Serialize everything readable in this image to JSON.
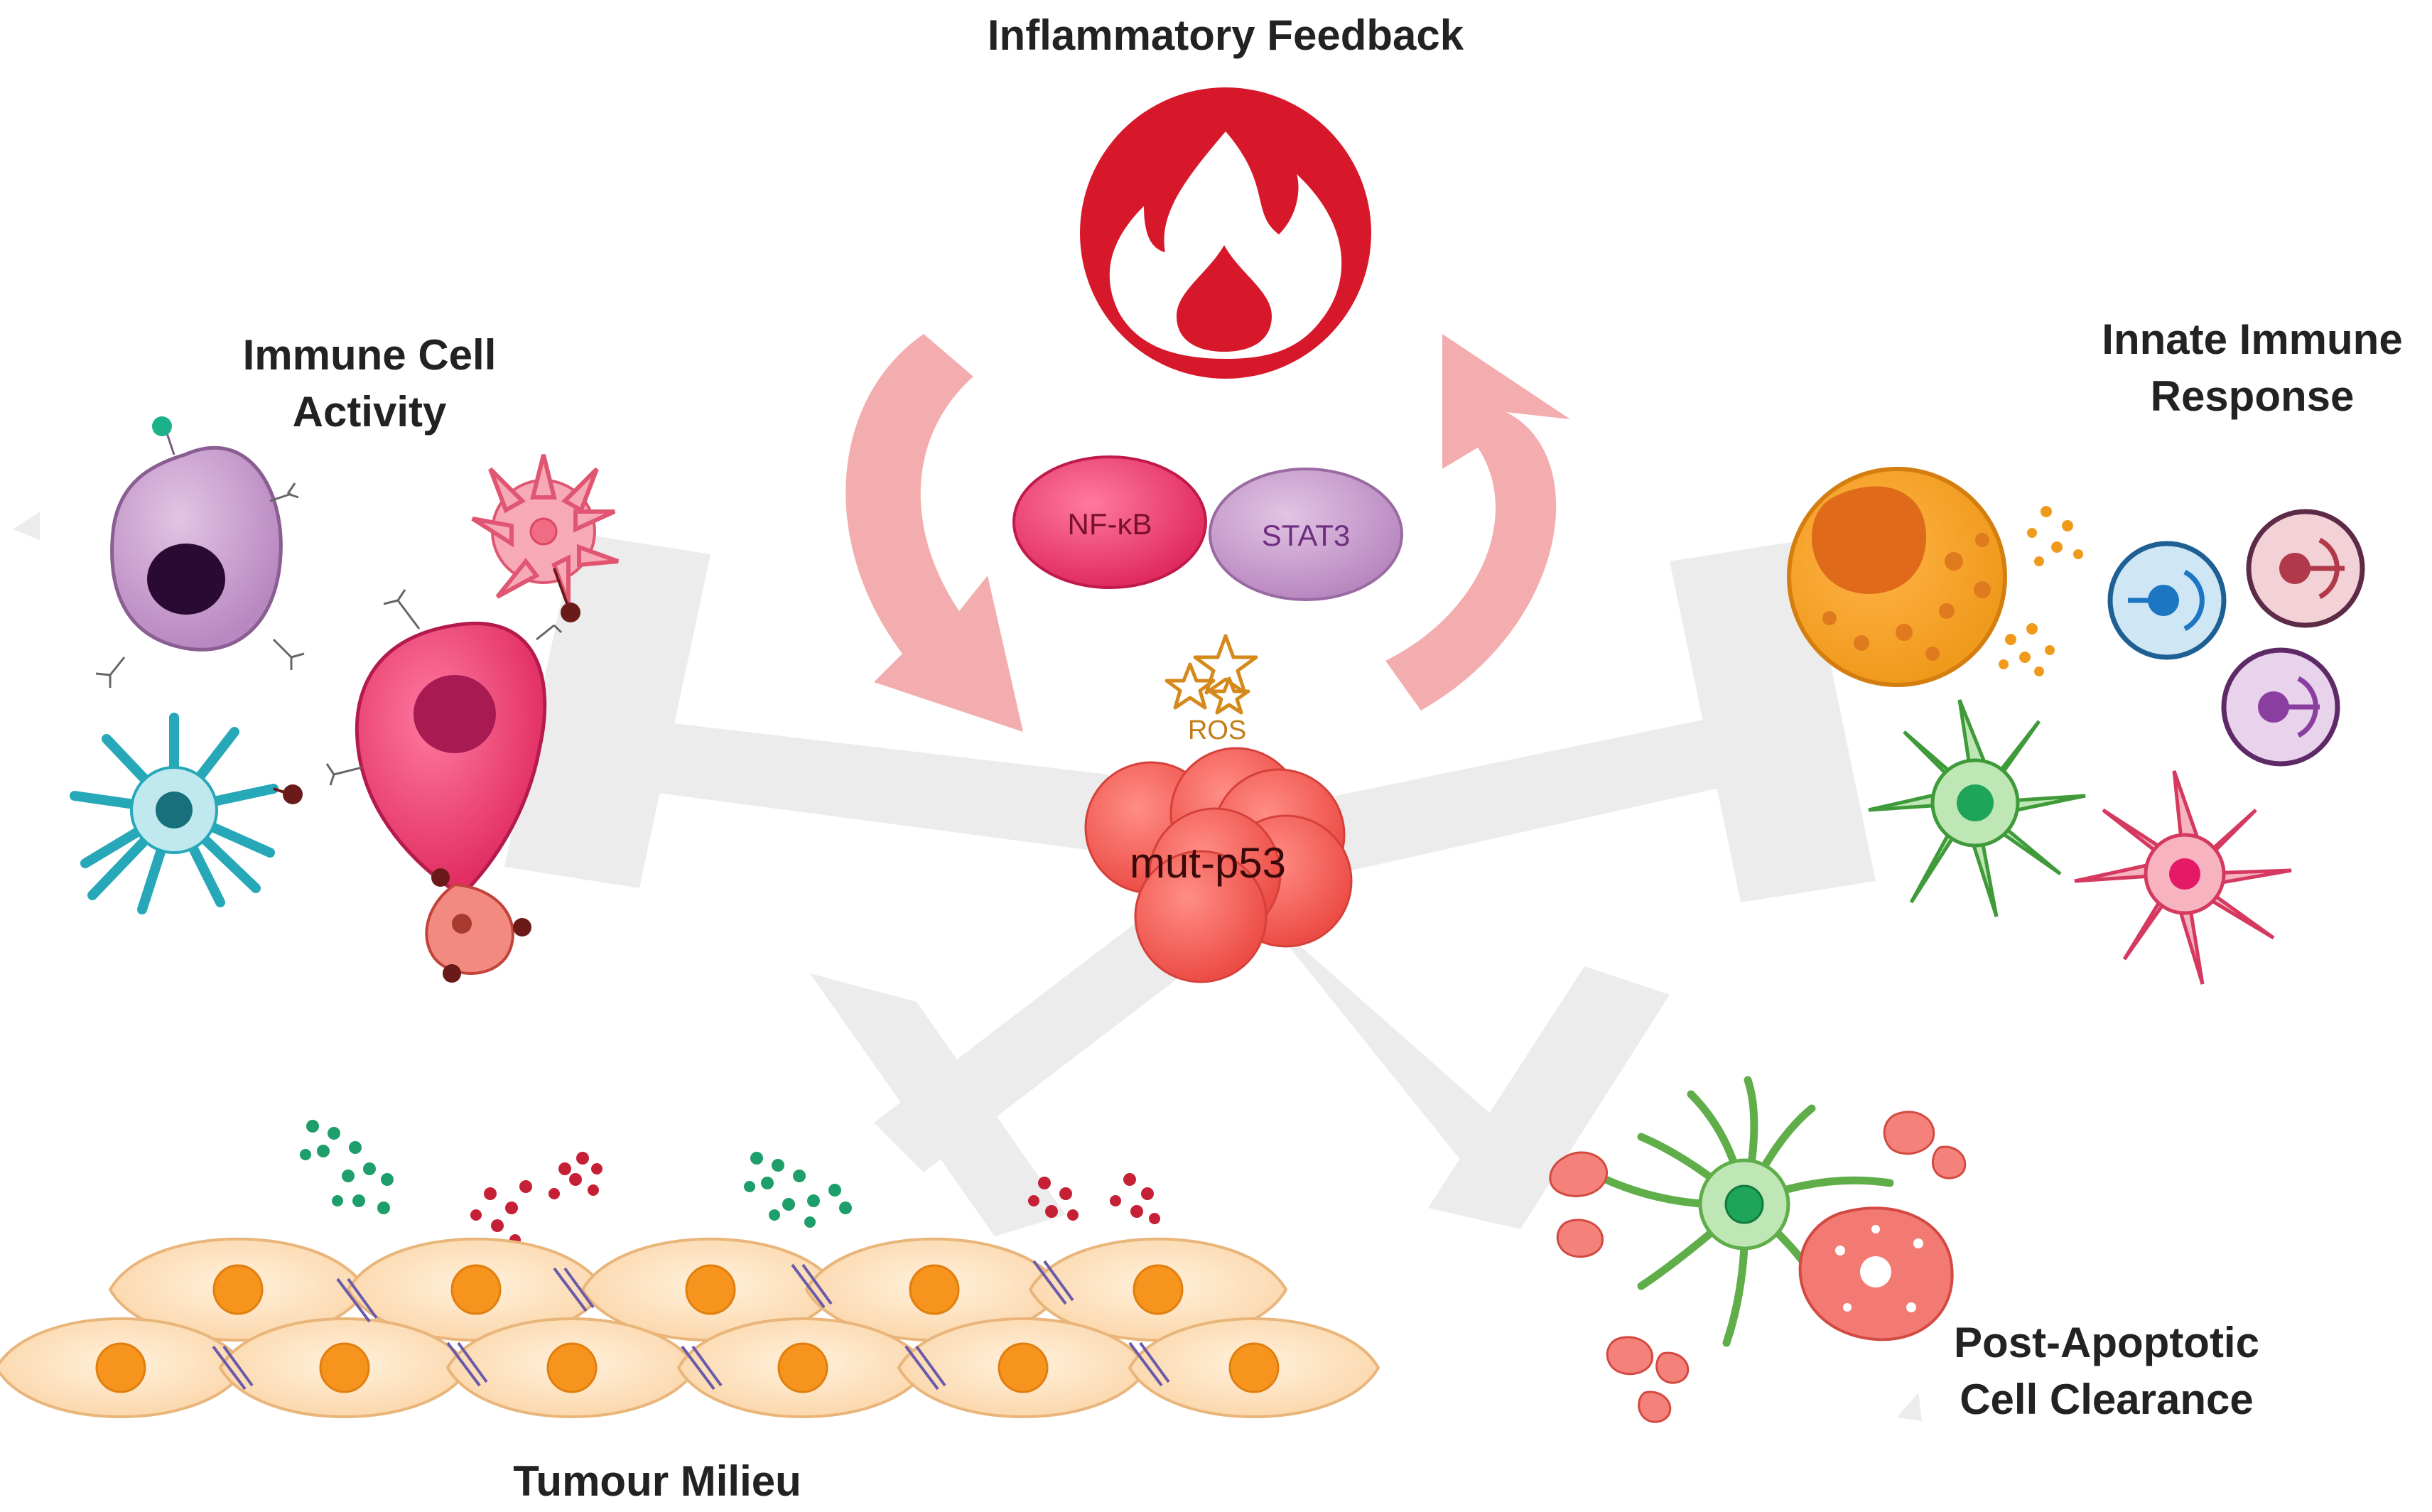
{
  "labels": {
    "inflammatory_feedback": "Inflammatory Feedback",
    "immune_cell_activity_line1": "Immune Cell",
    "immune_cell_activity_line2": "Activity",
    "innate_immune_line1": "Innate Immune",
    "innate_immune_line2": "Response",
    "post_apoptotic_line1": "Post-Apoptotic",
    "post_apoptotic_line2": "Cell Clearance",
    "tumour_milieu": "Tumour Milieu",
    "nfkb": "NF-κB",
    "stat3": "STAT3",
    "ros": "ROS",
    "mutp53": "mut-p53"
  },
  "colors": {
    "inhibitor_grey": "#ececec",
    "arrow_pink": "#f4adae",
    "fire_red": "#d7182a",
    "nfkb_fill": "#e0336a",
    "stat3_fill": "#c79bcc",
    "p53_fill": "#f46a62",
    "tumour_cell": "#fde2bf",
    "tumour_nucleus": "#f7941d"
  },
  "icons": [
    "fire-icon",
    "ros-stars-icon"
  ]
}
